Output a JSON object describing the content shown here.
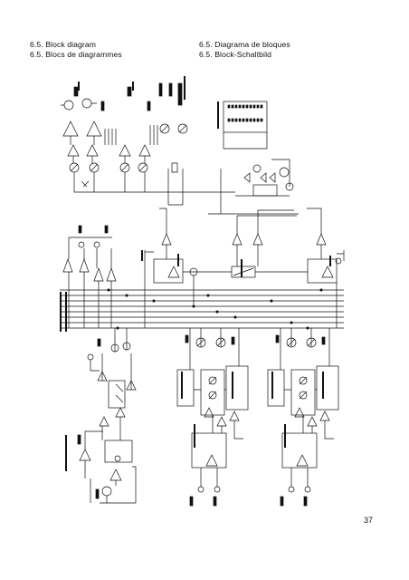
{
  "header": {
    "left_line1": "6.5. Block diagram",
    "left_line2": "6.5. Blocs de diagrammes",
    "right_line1": "6.5. Diagrama de bloques",
    "right_line2": "6.5. Block-Schaltbild"
  },
  "page_number": "37"
}
